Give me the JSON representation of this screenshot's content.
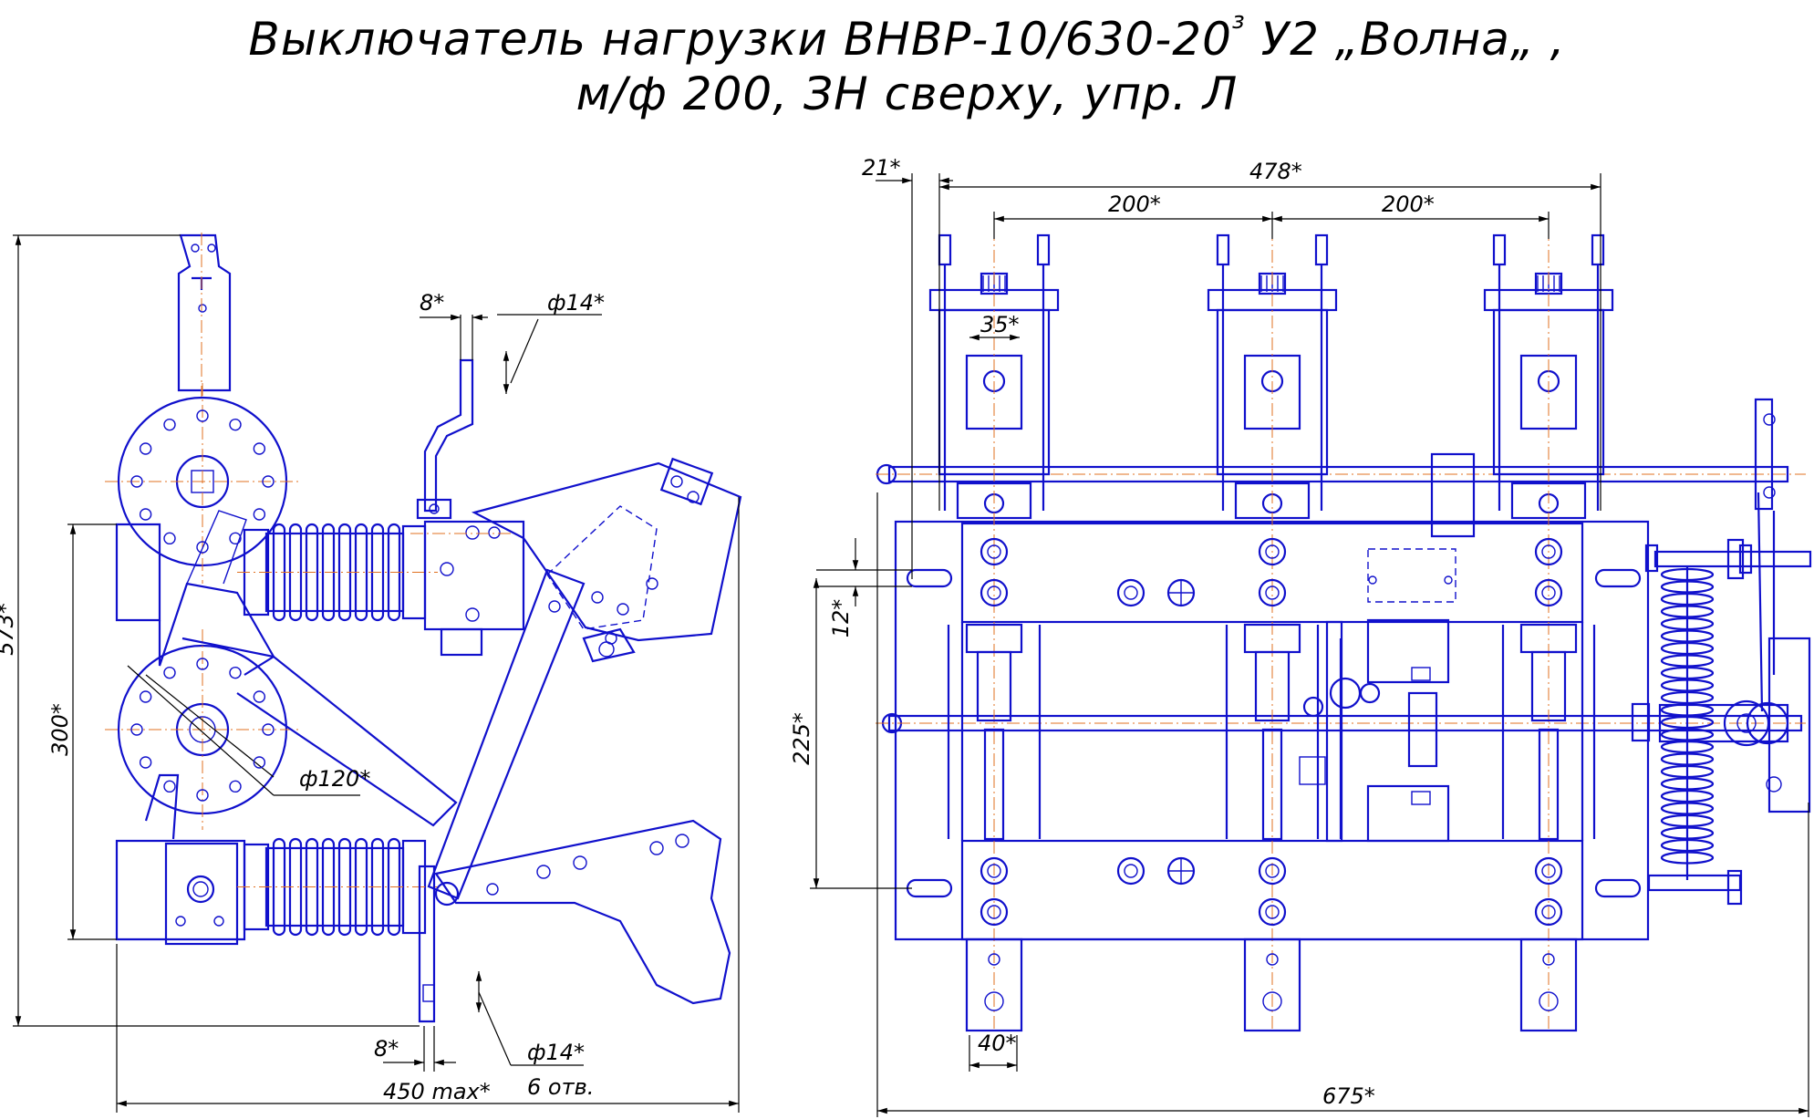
{
  "title": {
    "line1_main": "Выключатель нагрузки ВНВР-10/630-20",
    "line1_sup": "з",
    "line1_tail": " У2 „Волна„ ,",
    "line2": "м/ф 200, ЗН сверху, упр. Л"
  },
  "dimensions": {
    "left_view": {
      "height_total": "573*",
      "height_insulators": "300*",
      "bracket_width_top": "8*",
      "hole_top": "ф14*",
      "flange_diameter": "ф120*",
      "bracket_width_bottom": "8*",
      "hole_bottom": "ф14*",
      "holes_count": "6 отв.",
      "width_max": "450 max*"
    },
    "right_view": {
      "offset_left": "21*",
      "span_total": "478*",
      "pole_pitch_1": "200*",
      "pole_pitch_2": "200*",
      "contact_width": "35*",
      "slot_height": "12*",
      "mount_height": "225*",
      "terminal_width": "40*",
      "width_total": "675*"
    }
  },
  "colors": {
    "drawing_lines": "#1010cc",
    "centerlines": "#e07020",
    "dimension_lines": "#000000"
  }
}
